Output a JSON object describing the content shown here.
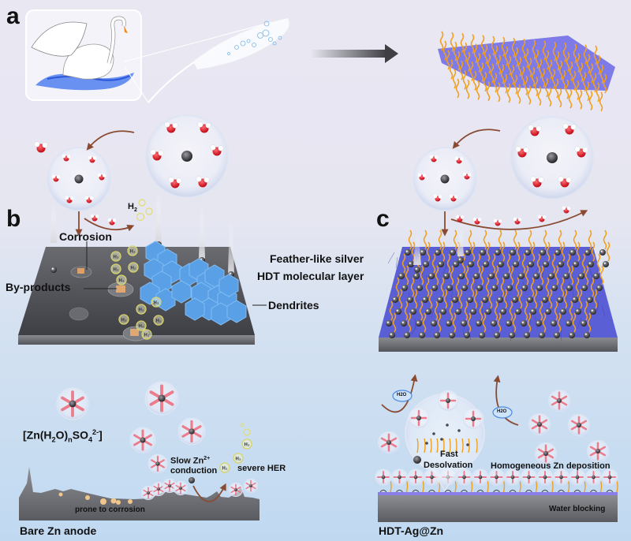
{
  "figure": {
    "panels": {
      "a": {
        "label": "a"
      },
      "b": {
        "label": "b",
        "annotations": {
          "corrosion": "Corrosion",
          "by_products": "By-products",
          "dendrites": "Dendrites",
          "h2_gas": "H",
          "h2_sub": "2"
        }
      },
      "c": {
        "label": "c",
        "annotations": {
          "feather_like_silver": "Feather-like silver",
          "hdt_layer": "HDT molecular layer"
        }
      }
    },
    "bottom_left": {
      "complex_formula": {
        "pre": "[Zn(H",
        "sub1": "2",
        "mid1": "O)",
        "sub2": "n",
        "mid2": "SO",
        "sub3": "4",
        "sup": "2-",
        "post": "]"
      },
      "slow_conduction_line1_pre": "Slow Zn",
      "slow_conduction_sup": "2+",
      "slow_conduction_line2": "conduction",
      "severe_her": "severe HER",
      "prone_to_corrosion": "prone to corrosion",
      "caption": "Bare Zn anode"
    },
    "bottom_right": {
      "h2o_badge": "H2O",
      "fast_line1": "Fast",
      "fast_line2": "Desolvation",
      "homogeneous": "Homogeneous Zn deposition",
      "water_blocking": "Water blocking",
      "caption": "HDT-Ag@Zn"
    },
    "colors": {
      "oxygen": "#e0202c",
      "hydrogen": "#ffffff",
      "zinc_ion": "#4a4a4e",
      "dendrite": "#5aa0e6",
      "silver_feather": "#6d68e0",
      "hdt_chain": "#f0a020",
      "substrate": "#5c5d62",
      "arrow": "#8a4a32",
      "water_surface": "#4a7ae8"
    }
  }
}
